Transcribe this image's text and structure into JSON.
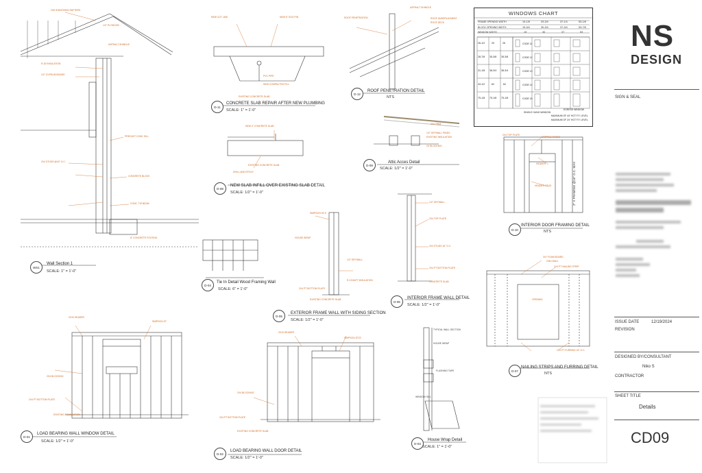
{
  "sheet": {
    "logo_ns": "NS",
    "logo_design": "DESIGN",
    "sign_seal": "SIGN & SEAL",
    "issue_date_label": "ISSUE DATE",
    "issue_date_value": "12/19/2024",
    "revision_label": "REVISION",
    "designed_by_label": "DESIGNED BY/CONSULTANT",
    "designed_by_value": "Niko S",
    "contractor_label": "CONTRACTOR",
    "sheet_title_label": "SHEET TITLE",
    "sheet_title_value": "Details",
    "sheet_number": "CD09"
  },
  "windows_chart": {
    "title": "WINDOWS CHART",
    "rows": [
      "FRAME OPENING WIDTH",
      "BLOCK OPENING WIDTH",
      "WINDOW WIDTH"
    ],
    "values": [
      [
        "19-1/8",
        "29-3/4",
        "37-1/4",
        "53-1/8"
      ],
      [
        "19-3/4",
        "30-3/4",
        "37-3/4",
        "53-7/8"
      ],
      [
        "19",
        "30",
        "37",
        "53"
      ]
    ],
    "heights": [
      [
        "26-1/2",
        "29",
        "26"
      ],
      [
        "28-7/8",
        "35-3/8",
        "35-3/8"
      ],
      [
        "31-1/8",
        "38-3/4",
        "38-3/4"
      ],
      [
        "43-1/2",
        "62",
        "62"
      ],
      [
        "75-1/8",
        "75-1/8",
        "75-1/8"
      ]
    ],
    "codes": [
      "CODE 11",
      "CODE 12",
      "CODE 13",
      "CODE 14",
      "CODE 15"
    ],
    "note1": "SINGLE HUNG WINDOW",
    "note2": "EGRESS WINDOW",
    "note3": "MAXIMUM OF 44\" HGT F.F. LEVEL",
    "note4": "MAXIMUM OF 24\" HGT F.F. LEVEL"
  },
  "details": [
    {
      "tag": "WS1",
      "title": "Wall Section 1",
      "scale": "SCALE: 1\"   =   1'-0\""
    },
    {
      "tag": "D-11",
      "title": "CONCRETE SLAB REPAIR AFTER NEW PLUMBING",
      "scale": "SCALE: 1\"   =   1'-0\""
    },
    {
      "tag": "D-12",
      "title": "ROOF PENETRATION DETAIL",
      "scale": "NTS"
    },
    {
      "tag": "D-08",
      "title": "NEW SLAB INFILL OVER EXISTING SLAB DETAIL",
      "scale": "SCALE: 1/2\"   =   1'-0\""
    },
    {
      "tag": "D-09",
      "title": "Attic Acces Detail",
      "scale": "SCALE: 1/2\"   =   1'-0\""
    },
    {
      "tag": "D-10",
      "title": "INTERIOR DOOR FRAMING DETAIL",
      "scale": "NTS"
    },
    {
      "tag": "D-04",
      "title": "Tie In Detail Wood Framing Wall",
      "scale": "SCALE: 6\"   =   1'-0\""
    },
    {
      "tag": "D-05",
      "title": "EXTERIOR FRAME WALL WITH SIDING SECTION",
      "scale": "SCALE: 1/2\"   =   1'-0\""
    },
    {
      "tag": "D-06",
      "title": "INTERIOR FRAME WALL DETAIL",
      "scale": "SCALE: 1/2\"   =   1'-0\""
    },
    {
      "tag": "D-07",
      "title": "NAILING STRIPS AND FURRING DETAIL",
      "scale": "NTS"
    },
    {
      "tag": "D-01",
      "title": "LOAD BEARING WALL WINDOW DETAIL",
      "scale": "SCALE: 1/2\"   =   1'-0\""
    },
    {
      "tag": "D-02",
      "title": "LOAD BEARING WALL DOOR DETAIL",
      "scale": "SCALE: 1/2\"   =   1'-0\""
    },
    {
      "tag": "D-03",
      "title": "House Wrap Detail",
      "scale": "SCALE: 1\"   =   1'-0\""
    }
  ],
  "notes": {
    "ws1": [
      "2X6 SHEATHING RAFTERS",
      "1/2\" PLYWOOD",
      "ASPHALT SHINGLE",
      "R-30 INSULATION",
      "1/2\" GYPSUM BOARD",
      "2X4 STUDS @16\" O.C.",
      "PRECAST CONC SILL",
      "CONCRETE BLOCK",
      "CONC. TIE BEAM",
      "8\" CONCRETE FOOTING"
    ],
    "d11": [
      "NEW CUT LINE",
      "NEW 6\" DOG PIN",
      "PVC PIPE",
      "NEW COMPACTED FILL",
      "EXISTING CONCRETE SLAB"
    ],
    "d12": [
      "ASPHALT SHINGLE",
      "ROOF PENETRATION",
      "ROOF DECK",
      "ROOF UNDERLAYMENT"
    ],
    "d08": [
      "NEW 4\" CONCRETE SLAB",
      "EXISTING CONCRETE SLAB",
      "DRILL AND EPOXY"
    ],
    "d09": [
      "2X4 TRIM",
      "1/2\" DRYWALL PANEL",
      "EXISTING INSULATION",
      "2X BLOCKING"
    ],
    "d10": [
      "2X4 TOP PLATE",
      "CRIPPLE STUDS",
      "HEADER",
      "HEADER STUD",
      "2\" X FRAMING @16\" O.C. MAX"
    ],
    "d05": [
      "SIMPSON H2.5",
      "HOUSE WRAP",
      "1/2\" DRYWALL",
      "R-13 BATT INSULATION",
      "2X4 PT BOTTOM PLATE",
      "EXISTING CONCRETE SLAB"
    ],
    "d06": [
      "1/2\" DRYWALL",
      "2X4 TOP PLATE",
      "2X4 STUDS 16\" O.C.",
      "2X4 PT BOTTOM PLATE",
      "CONCRETE SLAB"
    ],
    "d07": [
      "3/4\" FOAM BOARD",
      "CMU WALL",
      "1X4 PT NAILING STRIP",
      "OPENING",
      "1X4 PT FURRING 16\" O.C."
    ],
    "d01": [
      "2X10 HEADER",
      "SIMPSON ST",
      "2X4 BLOCKING",
      "2X4 PT BOTTOM PLATE",
      "EXISTING FOUNDATION"
    ],
    "d02": [
      "2X10 HEADER",
      "SIMPSON ST22",
      "2X4 BLOCKING",
      "2X4 PT BOTTOM PLATE",
      "EXISTING CONCRETE SLAB"
    ],
    "d03": [
      "TYPICAL WALL SECTION",
      "HOUSE WRAP",
      "FLASHING TAPE",
      "WINDOW SILL"
    ]
  }
}
